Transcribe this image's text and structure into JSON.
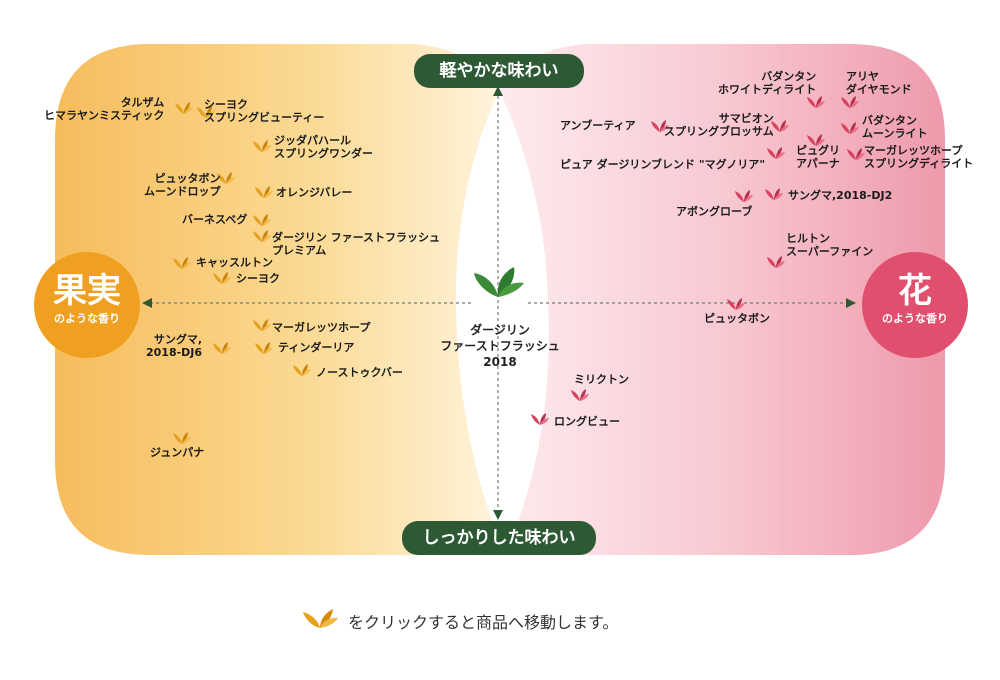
{
  "axis": {
    "top": "軽やかな味わい",
    "bottom": "しっかりした味わい",
    "left_main": "果実",
    "left_sub": "のような香り",
    "right_main": "花",
    "right_sub": "のような香り"
  },
  "center": {
    "lines": [
      "ダージリン",
      "ファーストフラッシュ",
      "2018"
    ]
  },
  "colors": {
    "fruit_accent": "#f0a020",
    "floral_accent": "#e0506e",
    "pill": "#2d5a35",
    "leaf_fruit": "#e6a21c",
    "leaf_floral": "#d9435f"
  },
  "fruit_teas": [
    {
      "name": "タルザム\nヒマラヤンミスティック"
    },
    {
      "name": "シーヨク\nスプリングビューティー"
    },
    {
      "name": "ジッダパハール\nスプリングワンダー"
    },
    {
      "name": "ピュッタボン\nムーンドロップ"
    },
    {
      "name": "オレンジバレー"
    },
    {
      "name": "バーネスベグ"
    },
    {
      "name": "ダージリン ファーストフラッシュ\nプレミアム"
    },
    {
      "name": "キャッスルトン"
    },
    {
      "name": "シーヨク"
    },
    {
      "name": "マーガレッツホープ"
    },
    {
      "name": "サングマ,\n2018-DJ6"
    },
    {
      "name": "ティンダーリア"
    },
    {
      "name": "ノーストゥクバー"
    },
    {
      "name": "ジュンパナ"
    }
  ],
  "floral_teas": [
    {
      "name": "バダンタン\nホワイトディライト"
    },
    {
      "name": "アリヤ\nダイヤモンド"
    },
    {
      "name": "アンブーティア"
    },
    {
      "name": "サマビオン\nスプリングブロッサム"
    },
    {
      "name": "バダンタン\nムーンライト"
    },
    {
      "name": "ピュア ダージリンブレンド \"マグノリア\""
    },
    {
      "name": "ピュグリ\nアパーナ"
    },
    {
      "name": "マーガレッツホープ\nスプリングディライト"
    },
    {
      "name": "サングマ,2018-DJ2"
    },
    {
      "name": "アボングローブ"
    },
    {
      "name": "ヒルトン\nスーパーファイン"
    },
    {
      "name": "ピュッタボン"
    },
    {
      "name": "ミリクトン"
    },
    {
      "name": "ロングビュー"
    }
  ],
  "footer": {
    "text": "をクリックすると商品へ移動します。"
  }
}
